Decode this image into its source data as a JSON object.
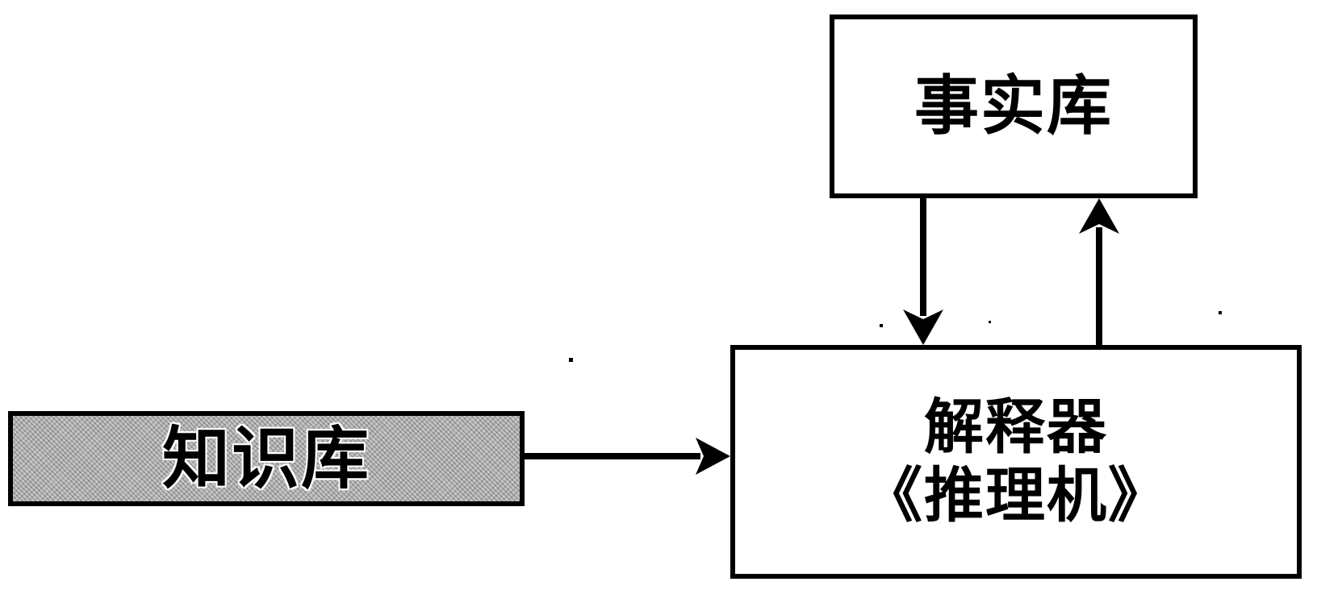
{
  "diagram": {
    "nodes": {
      "fact_base": {
        "label": "事实库"
      },
      "interpreter": {
        "label_line1": "解释器",
        "label_line2": "《推理机》"
      },
      "knowledge_base": {
        "label": "知识库"
      }
    },
    "edges": [
      {
        "from": "knowledge_base",
        "to": "interpreter"
      },
      {
        "from": "fact_base",
        "to": "interpreter"
      },
      {
        "from": "interpreter",
        "to": "fact_base"
      }
    ],
    "colors": {
      "stroke": "#000000",
      "knowledge_base_fill": "#c4c4c4",
      "box_fill": "#ffffff"
    }
  }
}
